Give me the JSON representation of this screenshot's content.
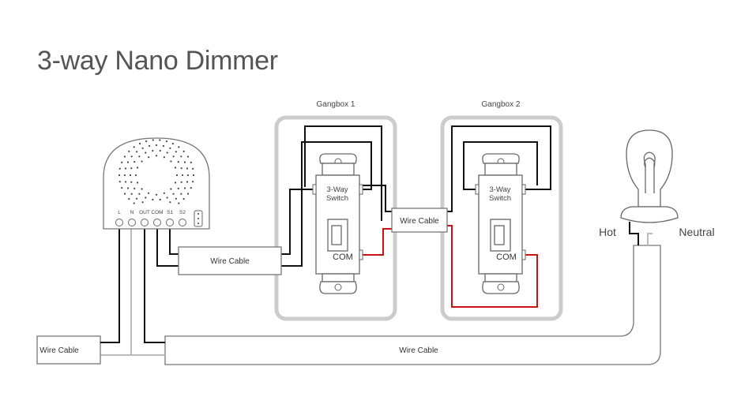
{
  "title": "3-way Nano Dimmer",
  "gangbox1_label": "Gangbox 1",
  "gangbox2_label": "Gangbox 2",
  "wire_cable_label": "Wire Cable",
  "switch_label_line1": "3-Way",
  "switch_label_line2": "Switch",
  "com_label": "COM",
  "hot_label": "Hot",
  "neutral_label": "Neutral",
  "terminals": [
    "L",
    "N",
    "OUT",
    "COM",
    "S1",
    "S2"
  ],
  "colors": {
    "black_wire": "#111111",
    "red_wire": "#cc1111",
    "neutral_wire": "#bbbbbb",
    "gangbox_outline": "#cccccc",
    "device_outline": "#666666"
  }
}
